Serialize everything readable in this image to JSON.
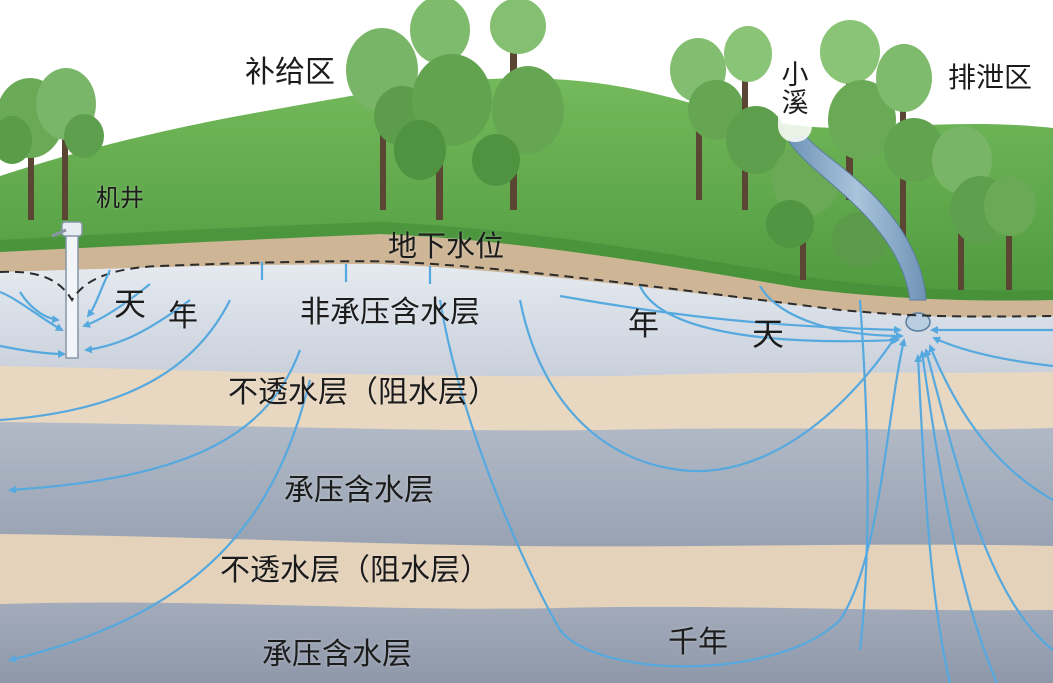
{
  "zones": {
    "recharge": "补给区",
    "discharge": "排泄区"
  },
  "features": {
    "well": "机井",
    "stream": "小溪",
    "water_table": "地下水位"
  },
  "layers": {
    "unconfined_aquifer": "非承压含水层",
    "aquitard_upper": "不透水层（阻水层）",
    "confined_aquifer_upper": "承压含水层",
    "aquitard_lower": "不透水层（阻水层）",
    "confined_aquifer_lower": "承压含水层"
  },
  "flow_times": {
    "day_left": "天",
    "year_left": "年",
    "year_right": "年",
    "day_right": "天",
    "millennium": "千年"
  },
  "colors": {
    "sky": "#ffffff",
    "grass": "#5fa84a",
    "grass_dark": "#3f8a35",
    "soil": "#cdb596",
    "unconfined": "#d8dde6",
    "aquitard": "#e6d3bb",
    "confined_upper": "#a4adbc",
    "confined_lower": "#98a1b1",
    "flow_line": "#56a9df",
    "stream": "#7fa3c4"
  }
}
